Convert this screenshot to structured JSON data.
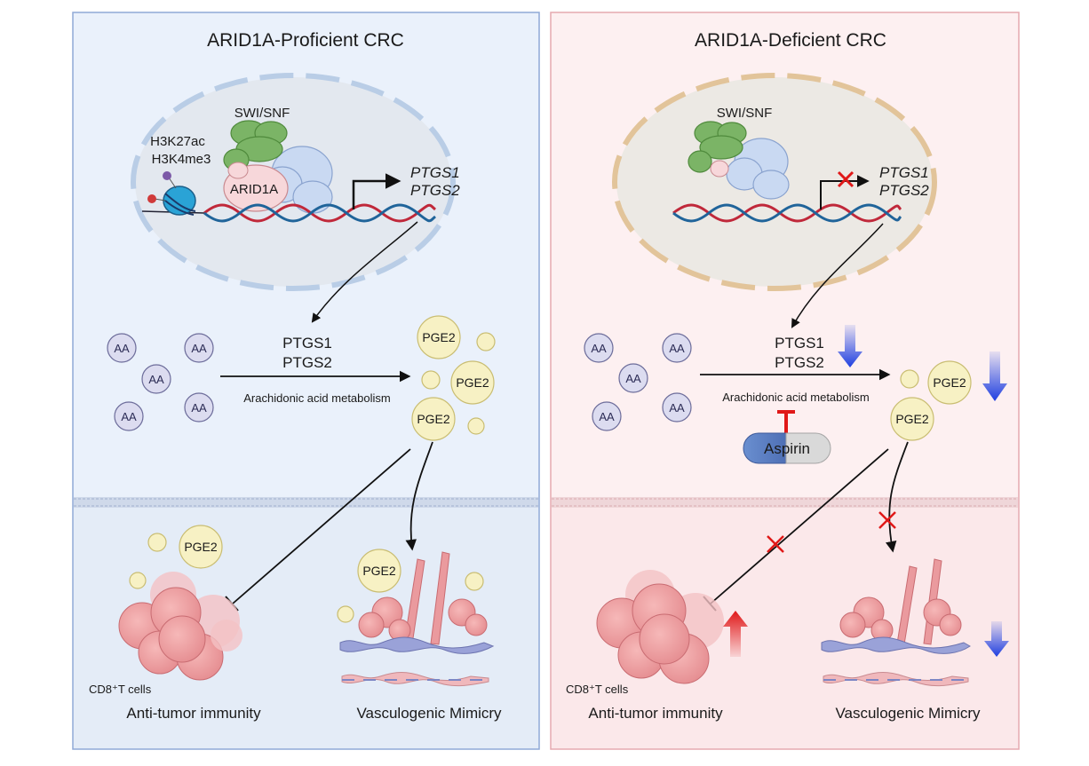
{
  "left_panel": {
    "title": "ARID1A-Proficient CRC",
    "complex_label": "SWI/SNF",
    "histone_mark_1": "H3K27ac",
    "histone_mark_2": "H3K4me3",
    "subunit_label": "ARID1A",
    "gene_1": "PTGS1",
    "gene_2": "PTGS2",
    "substrate_label": "AA",
    "enzyme_1": "PTGS1",
    "enzyme_2": "PTGS2",
    "pathway_label": "Arachidonic acid metabolism",
    "product_label": "PGE2",
    "tcell_label": "CD8⁺T cells",
    "outcome_1": "Anti-tumor immunity",
    "outcome_2": "Vasculogenic Mimicry"
  },
  "right_panel": {
    "title": "ARID1A-Deficient CRC",
    "complex_label": "SWI/SNF",
    "gene_1": "PTGS1",
    "gene_2": "PTGS2",
    "substrate_label": "AA",
    "enzyme_1": "PTGS1",
    "enzyme_2": "PTGS2",
    "pathway_label": "Arachidonic acid metabolism",
    "product_label": "PGE2",
    "drug_label": "Aspirin",
    "tcell_label": "CD8⁺T cells",
    "outcome_1": "Anti-tumor immunity",
    "outcome_2": "Vasculogenic Mimicry"
  },
  "colors": {
    "left_panel_bg": "#eaf1fb",
    "left_panel_border": "#8fa9d6",
    "right_panel_bg": "#fdf0f1",
    "right_panel_border": "#e5a9af",
    "aa_fill": "#dcdcf0",
    "pge2_fill": "#f7f1c4",
    "down_arrow": "#1f3fe0",
    "up_arrow": "#e01818",
    "inhibit_red": "#e01818"
  }
}
